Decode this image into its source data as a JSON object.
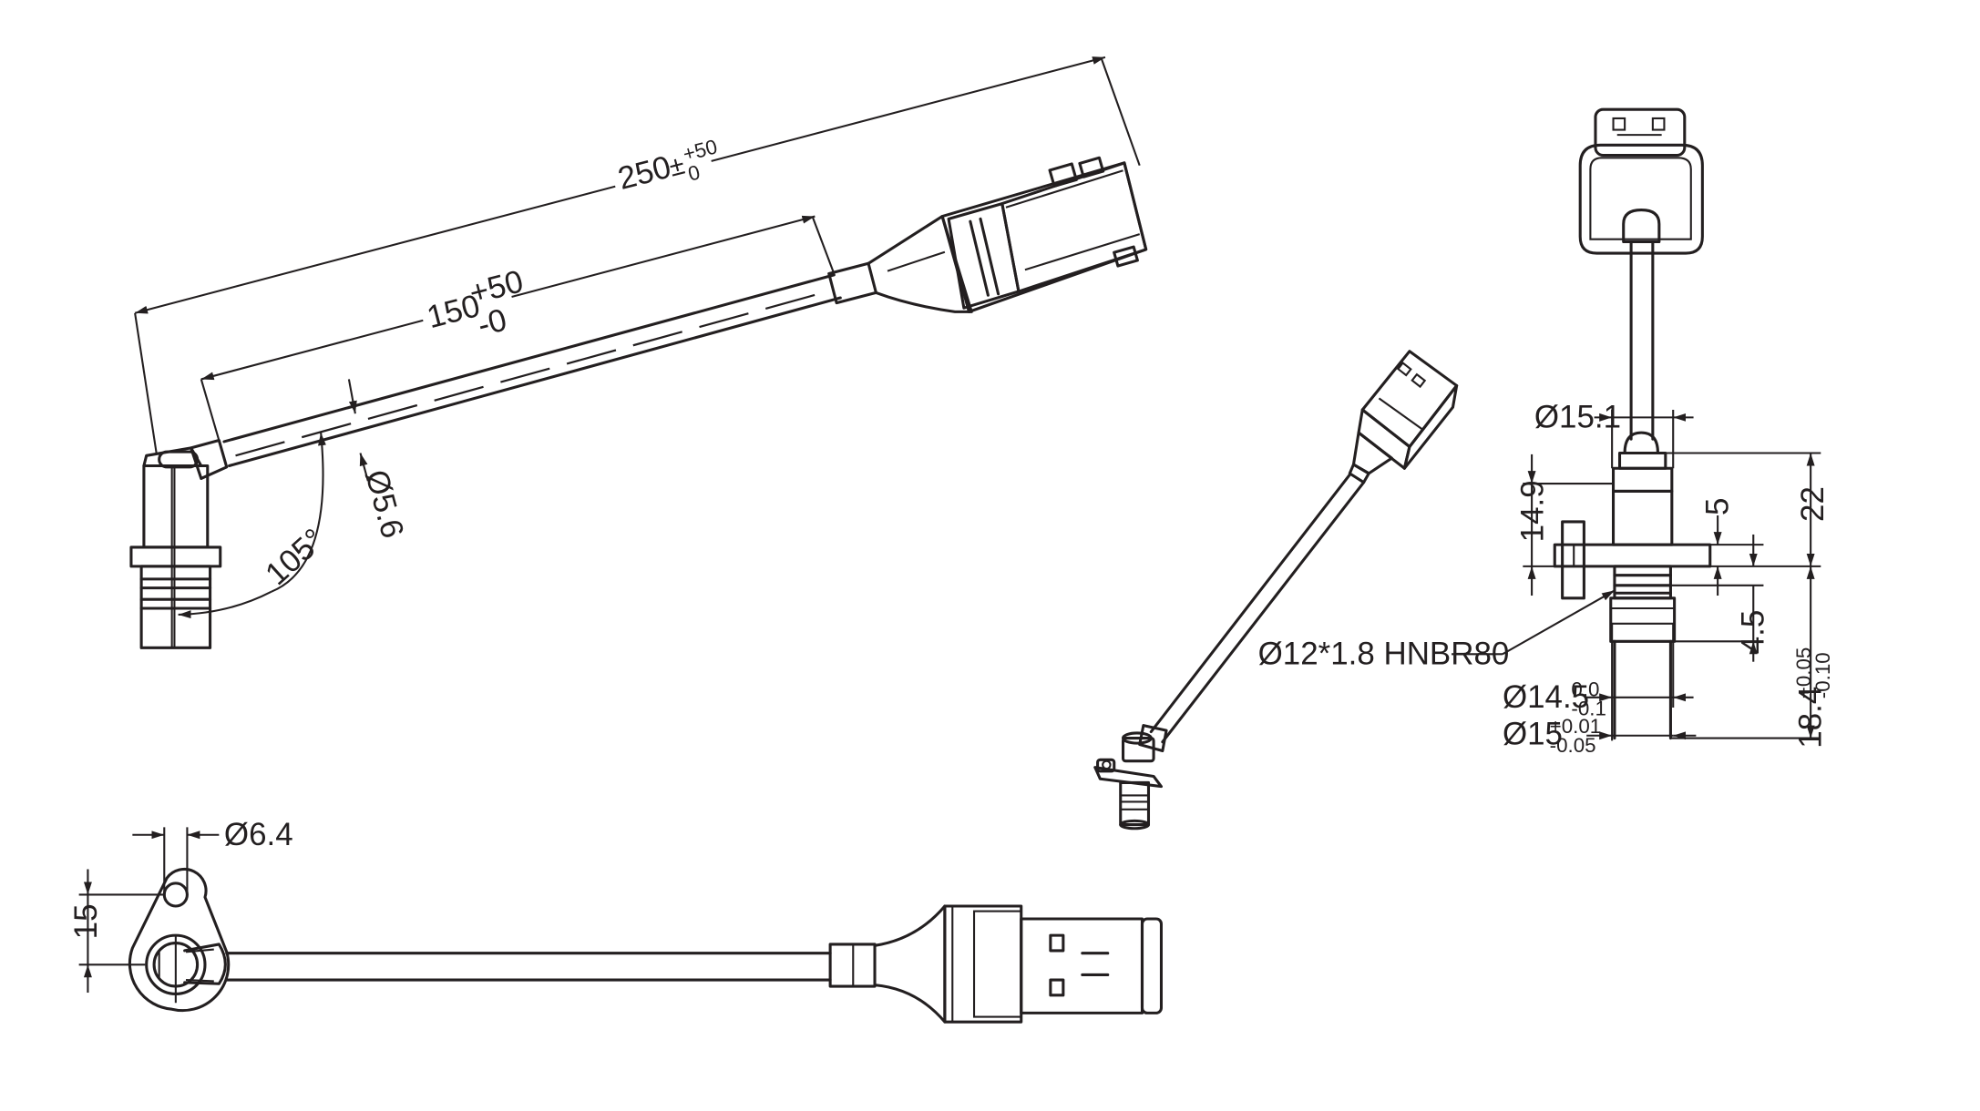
{
  "dimensions": {
    "total_length": {
      "main": "250",
      "tol_upper": "+50",
      "tol_lower": "0"
    },
    "partial_length": {
      "main": "150",
      "tol_upper": "+50",
      "tol_lower": "-0"
    },
    "cable_diameter": "Ø5.6",
    "bend_angle": "105°",
    "oring": "Ø12*1.8 HNBR80",
    "cap_diameter": "Ø15.1",
    "body_height": "14.9",
    "flange_thickness": "5",
    "total_height": "22",
    "groove_height": "4.5",
    "shaft_length": {
      "main": "18.4",
      "tol_upper": "+0.05",
      "tol_lower": "-0.10"
    },
    "groove_diameter": {
      "main": "Ø14.5",
      "tol_upper": "0.0",
      "tol_lower": "-0.1"
    },
    "shaft_diameter": {
      "main": "Ø15",
      "tol_upper": "+0.01",
      "tol_lower": "-0.05"
    },
    "hole_diameter": "Ø6.4",
    "flange_width": "15"
  }
}
